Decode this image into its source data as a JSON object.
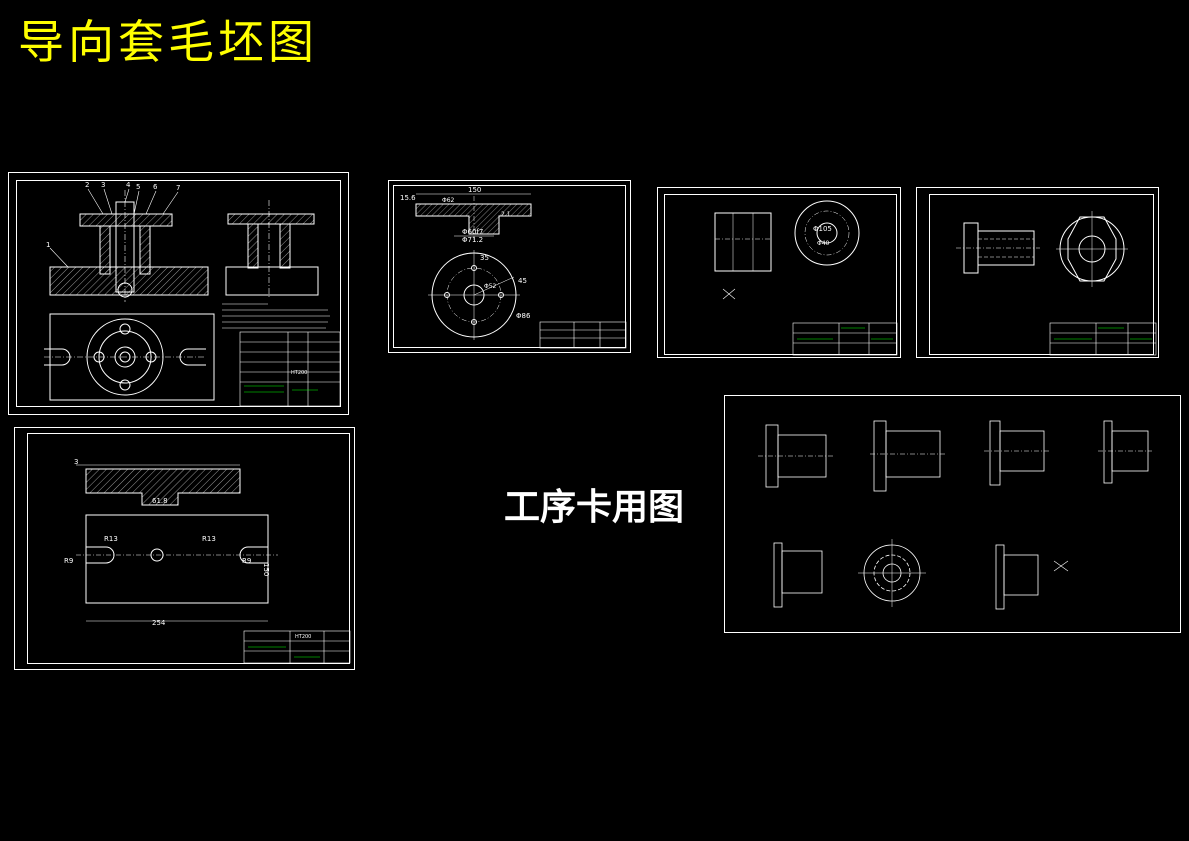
{
  "headings": {
    "main_title": "导向套毛坯图",
    "process_card_title": "工序卡用图"
  },
  "colors": {
    "background": "#000000",
    "main_title": "#ffff00",
    "line": "#ffffff",
    "table_accent": "#00ff00"
  },
  "sheets": {
    "fixture": {
      "balloons": [
        "1",
        "2",
        "3",
        "4",
        "5",
        "6",
        "7"
      ],
      "material": "HT200"
    },
    "blank": {
      "dims": [
        "150",
        "15.6",
        "Φ62",
        "Φ60f7",
        "Φ71.2",
        "2.1",
        "35",
        "45",
        "Φ86",
        "Φ52"
      ]
    },
    "op_a": {
      "dims": [
        "Φ105",
        "Φ40"
      ]
    },
    "base_plate": {
      "dims": [
        "3",
        "61.8",
        "R13",
        "R13",
        "R9",
        "R9",
        "254",
        "150"
      ],
      "material": "HT200"
    }
  }
}
